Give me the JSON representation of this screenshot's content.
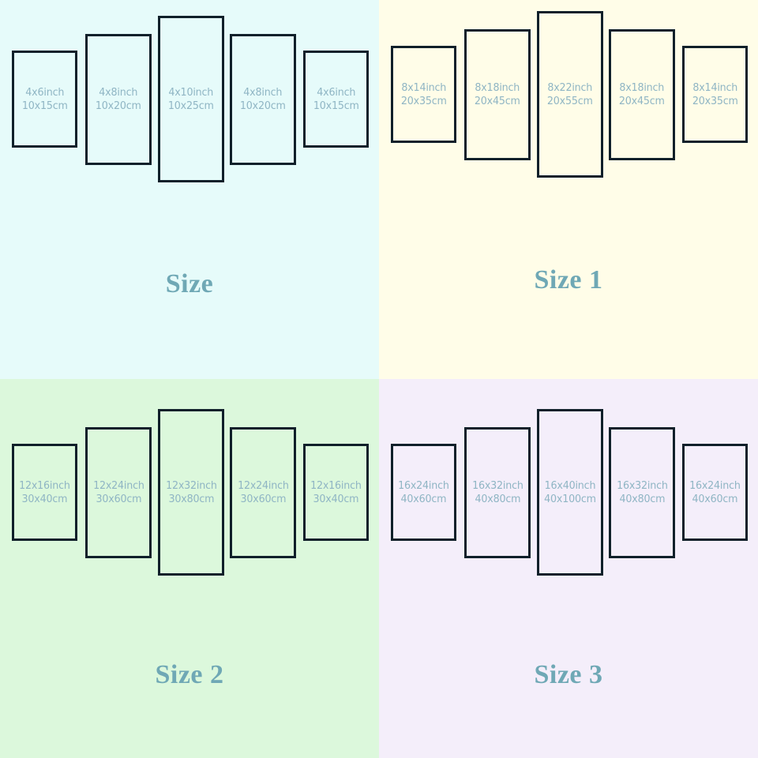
{
  "meta": {
    "title": "Canvas Print Size Chart",
    "panel_count": 5,
    "colors": {
      "frame_border": "#10202a",
      "label_text": "#8fb5c4",
      "title_text": "#6fa8b5",
      "bg_top_left": "#e6fbfa",
      "bg_top_right": "#fffde8",
      "bg_bottom_left": "#dcf8dc",
      "bg_bottom_right": "#f4eefa"
    }
  },
  "quadrants": [
    {
      "key": "size_0",
      "title": "Size",
      "background": "#e6fbfa",
      "panels": [
        {
          "inch": "4x6inch",
          "cm": "10x15cm"
        },
        {
          "inch": "4x8inch",
          "cm": "10x20cm"
        },
        {
          "inch": "4x10inch",
          "cm": "10x25cm"
        },
        {
          "inch": "4x8inch",
          "cm": "10x20cm"
        },
        {
          "inch": "4x6inch",
          "cm": "10x15cm"
        }
      ]
    },
    {
      "key": "size_1",
      "title": "Size 1",
      "background": "#fffde8",
      "panels": [
        {
          "inch": "8x14inch",
          "cm": "20x35cm"
        },
        {
          "inch": "8x18inch",
          "cm": "20x45cm"
        },
        {
          "inch": "8x22inch",
          "cm": "20x55cm"
        },
        {
          "inch": "8x18inch",
          "cm": "20x45cm"
        },
        {
          "inch": "8x14inch",
          "cm": "20x35cm"
        }
      ]
    },
    {
      "key": "size_2",
      "title": "Size 2",
      "background": "#dcf8dc",
      "panels": [
        {
          "inch": "12x16inch",
          "cm": "30x40cm"
        },
        {
          "inch": "12x24inch",
          "cm": "30x60cm"
        },
        {
          "inch": "12x32inch",
          "cm": "30x80cm"
        },
        {
          "inch": "12x24inch",
          "cm": "30x60cm"
        },
        {
          "inch": "12x16inch",
          "cm": "30x40cm"
        }
      ]
    },
    {
      "key": "size_3",
      "title": "Size 3",
      "background": "#f4eefa",
      "panels": [
        {
          "inch": "16x24inch",
          "cm": "40x60cm"
        },
        {
          "inch": "16x32inch",
          "cm": "40x80cm"
        },
        {
          "inch": "16x40inch",
          "cm": "40x100cm"
        },
        {
          "inch": "16x32inch",
          "cm": "40x80cm"
        },
        {
          "inch": "16x24inch",
          "cm": "40x60cm"
        }
      ]
    }
  ]
}
